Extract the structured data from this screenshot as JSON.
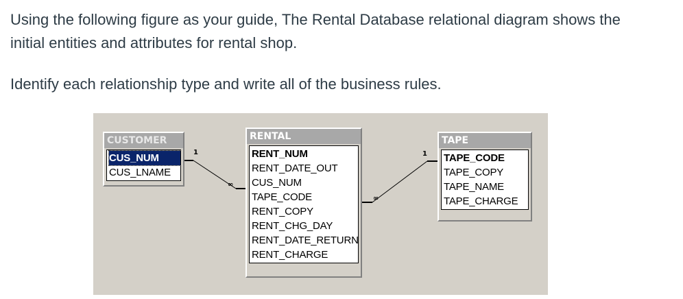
{
  "question": {
    "intro": "Using the following figure as your guide, The Rental Database relational diagram shows the initial entities and attributes for rental shop.",
    "task": "Identify each relationship type and write all of the business rules."
  },
  "entities": {
    "customer": {
      "title": "CUSTOMER",
      "fields": [
        "CUS_NUM",
        "CUS_LNAME"
      ]
    },
    "rental": {
      "title": "RENTAL",
      "fields": [
        "RENT_NUM",
        "RENT_DATE_OUT",
        "CUS_NUM",
        "TAPE_CODE",
        "RENT_COPY",
        "RENT_CHG_DAY",
        "RENT_DATE_RETURN",
        "RENT_CHARGE"
      ]
    },
    "tape": {
      "title": "TAPE",
      "fields": [
        "TAPE_CODE",
        "TAPE_COPY",
        "TAPE_NAME",
        "TAPE_CHARGE"
      ]
    }
  },
  "relationships": [
    {
      "from": "CUSTOMER",
      "to": "RENTAL",
      "one": "1",
      "many": "∞"
    },
    {
      "from": "TAPE",
      "to": "RENTAL",
      "one": "1",
      "many": "∞"
    }
  ],
  "colors": {
    "canvas": "#d4d0c8",
    "title_bar": "#a8a8a8",
    "selection": "#0a246a",
    "text": "#2d3b45"
  }
}
